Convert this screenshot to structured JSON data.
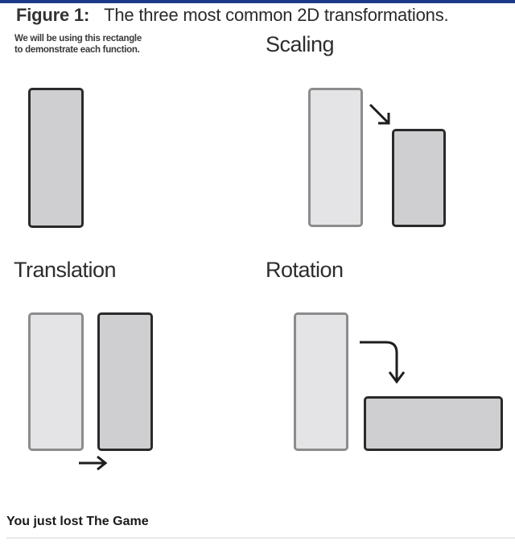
{
  "figure": {
    "label": "Figure 1:",
    "title": "The three most common 2D transformations.",
    "note_line1": "We will be using this rectangle",
    "note_line2": "to demonstrate each function."
  },
  "panels": {
    "scaling": {
      "label": "Scaling",
      "arrow": "diagonal-down-right"
    },
    "translation": {
      "label": "Translation",
      "arrow": "right"
    },
    "rotation": {
      "label": "Rotation",
      "arrow": "curved-down"
    }
  },
  "colors": {
    "top_bar": "#1d3a8a",
    "original_fill": "#e4e4e6",
    "original_border": "#8c8c8c",
    "transformed_fill": "#cfcfd1",
    "transformed_border": "#2a2a2a"
  },
  "caption": "You just lost The Game"
}
